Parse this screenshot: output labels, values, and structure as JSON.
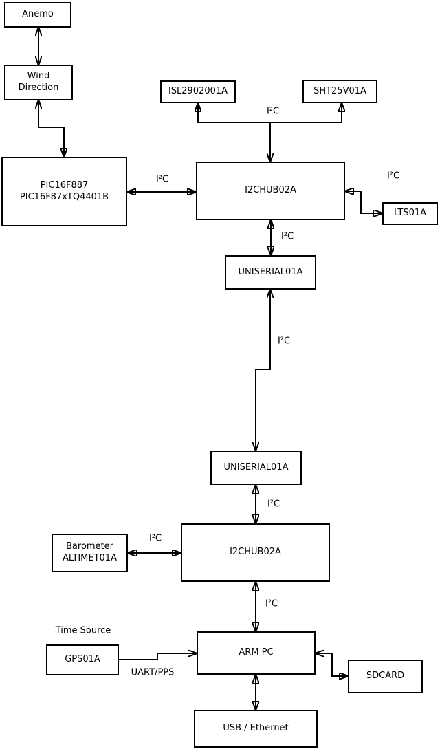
{
  "diagram": {
    "background_color": "#ffffff",
    "line_color": "#000000",
    "text_color": "#000000",
    "nodes": {
      "anemo": {
        "label": "Anemo"
      },
      "wind_direction": {
        "label": "Wind\nDirection"
      },
      "pic": {
        "label": "PIC16F887\nPIC16F87xTQ4401B"
      },
      "isl": {
        "label": "ISL2902001A"
      },
      "sht": {
        "label": "SHT25V01A"
      },
      "i2chub_1": {
        "label": "I2CHUB02A"
      },
      "lts": {
        "label": "LTS01A"
      },
      "uniserial_1": {
        "label": "UNISERIAL01A"
      },
      "uniserial_2": {
        "label": "UNISERIAL01A"
      },
      "barometer": {
        "label": "Barometer\nALTIMET01A"
      },
      "i2chub_2": {
        "label": "I2CHUB02A"
      },
      "gps": {
        "label": "GPS01A"
      },
      "arm_pc": {
        "label": "ARM PC"
      },
      "sdcard": {
        "label": "SDCARD"
      },
      "usb_ethernet": {
        "label": "USB / Ethernet"
      }
    },
    "edge_labels": {
      "i2c_sensors": "I²C",
      "i2c_pic_hub": "I²C",
      "i2c_hub_lts": "I²C",
      "i2c_hub_uniserial": "I²C",
      "i2c_uniserial_link": "I²C",
      "i2c_uniserial_hub2": "I²C",
      "i2c_barometer_hub2": "I²C",
      "i2c_hub2_armpc": "I²C",
      "time_source": "Time Source",
      "uart_pps": "UART/PPS"
    },
    "edges": [
      {
        "from": "anemo",
        "to": "wind_direction",
        "label": "",
        "bidirectional": true
      },
      {
        "from": "wind_direction",
        "to": "pic",
        "label": "",
        "bidirectional": true
      },
      {
        "from": "pic",
        "to": "i2chub_1",
        "label": "I²C",
        "bidirectional": true
      },
      {
        "from": "i2chub_1",
        "to": "isl",
        "label": "I²C",
        "bidirectional": false
      },
      {
        "from": "i2chub_1",
        "to": "sht",
        "label": "I²C",
        "bidirectional": false
      },
      {
        "from": "i2chub_1",
        "to": "lts",
        "label": "I²C",
        "bidirectional": true
      },
      {
        "from": "i2chub_1",
        "to": "uniserial_1",
        "label": "I²C",
        "bidirectional": true
      },
      {
        "from": "uniserial_1",
        "to": "uniserial_2",
        "label": "I²C",
        "bidirectional": true
      },
      {
        "from": "uniserial_2",
        "to": "i2chub_2",
        "label": "I²C",
        "bidirectional": true
      },
      {
        "from": "barometer",
        "to": "i2chub_2",
        "label": "I²C",
        "bidirectional": true
      },
      {
        "from": "i2chub_2",
        "to": "arm_pc",
        "label": "I²C",
        "bidirectional": true
      },
      {
        "from": "gps",
        "to": "arm_pc",
        "label": "UART/PPS",
        "bidirectional": false
      },
      {
        "from": "arm_pc",
        "to": "sdcard",
        "label": "",
        "bidirectional": true
      },
      {
        "from": "arm_pc",
        "to": "usb_ethernet",
        "label": "",
        "bidirectional": true
      }
    ]
  }
}
